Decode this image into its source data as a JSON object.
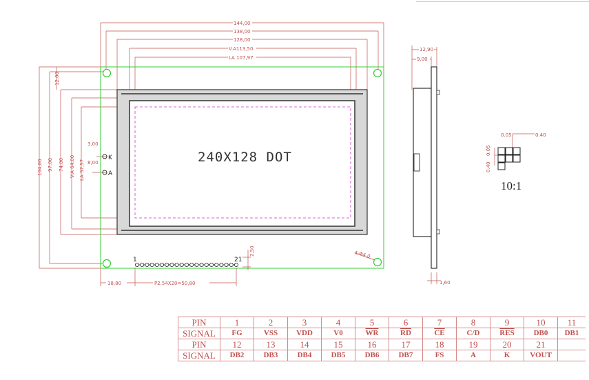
{
  "display": {
    "center_label": "240X128 DOT",
    "scale_label": "10:1"
  },
  "front_view": {
    "horizontal_dims": [
      "144,00",
      "138,00",
      "128,00",
      "V.A113,50",
      "LA 107,97"
    ],
    "vertical_dims": [
      "104,00",
      "97,00",
      "74,00",
      "V.A 64,00",
      "LA 57,57"
    ],
    "top_offset": "12,00",
    "k_offset": "3,00",
    "a_offset": "8,00",
    "k_label": "K",
    "a_label": "A",
    "pin_first": "1",
    "pin_last": "21",
    "pin_height": "2,50",
    "hole_label": "4-Φ4,0",
    "left_offset": "18,80",
    "pitch_label": "P2.54X20=50,80"
  },
  "side_view": {
    "dims": [
      "12,90",
      "9,00",
      "1,60"
    ]
  },
  "dot_detail": {
    "dims": [
      "0.05",
      "0.40",
      "0.05",
      "0.40"
    ]
  },
  "pin_table": {
    "rows": [
      {
        "label": "PIN",
        "cells": [
          "1",
          "2",
          "3",
          "4",
          "5",
          "6",
          "7",
          "8",
          "9",
          "10",
          "11"
        ]
      },
      {
        "label": "SIGNAL",
        "cells": [
          "FG",
          "VSS",
          "VDD",
          "V0",
          "WR",
          "RD",
          "CE",
          "C/D",
          "RES",
          "DB0",
          "DB1"
        ]
      },
      {
        "label": "PIN",
        "cells": [
          "12",
          "13",
          "14",
          "15",
          "16",
          "17",
          "18",
          "19",
          "20",
          "21",
          ""
        ]
      },
      {
        "label": "SIGNAL",
        "cells": [
          "DB2",
          "DB3",
          "DB4",
          "DB5",
          "DB6",
          "DB7",
          "FS",
          "A",
          "K",
          "VOUT",
          ""
        ]
      }
    ]
  },
  "colors": {
    "dimension": "#c0504d",
    "pcb_outline": "#33cc33",
    "viewing_area": "#cc33cc",
    "bezel": "#d8d8d8",
    "outline": "#333333"
  }
}
